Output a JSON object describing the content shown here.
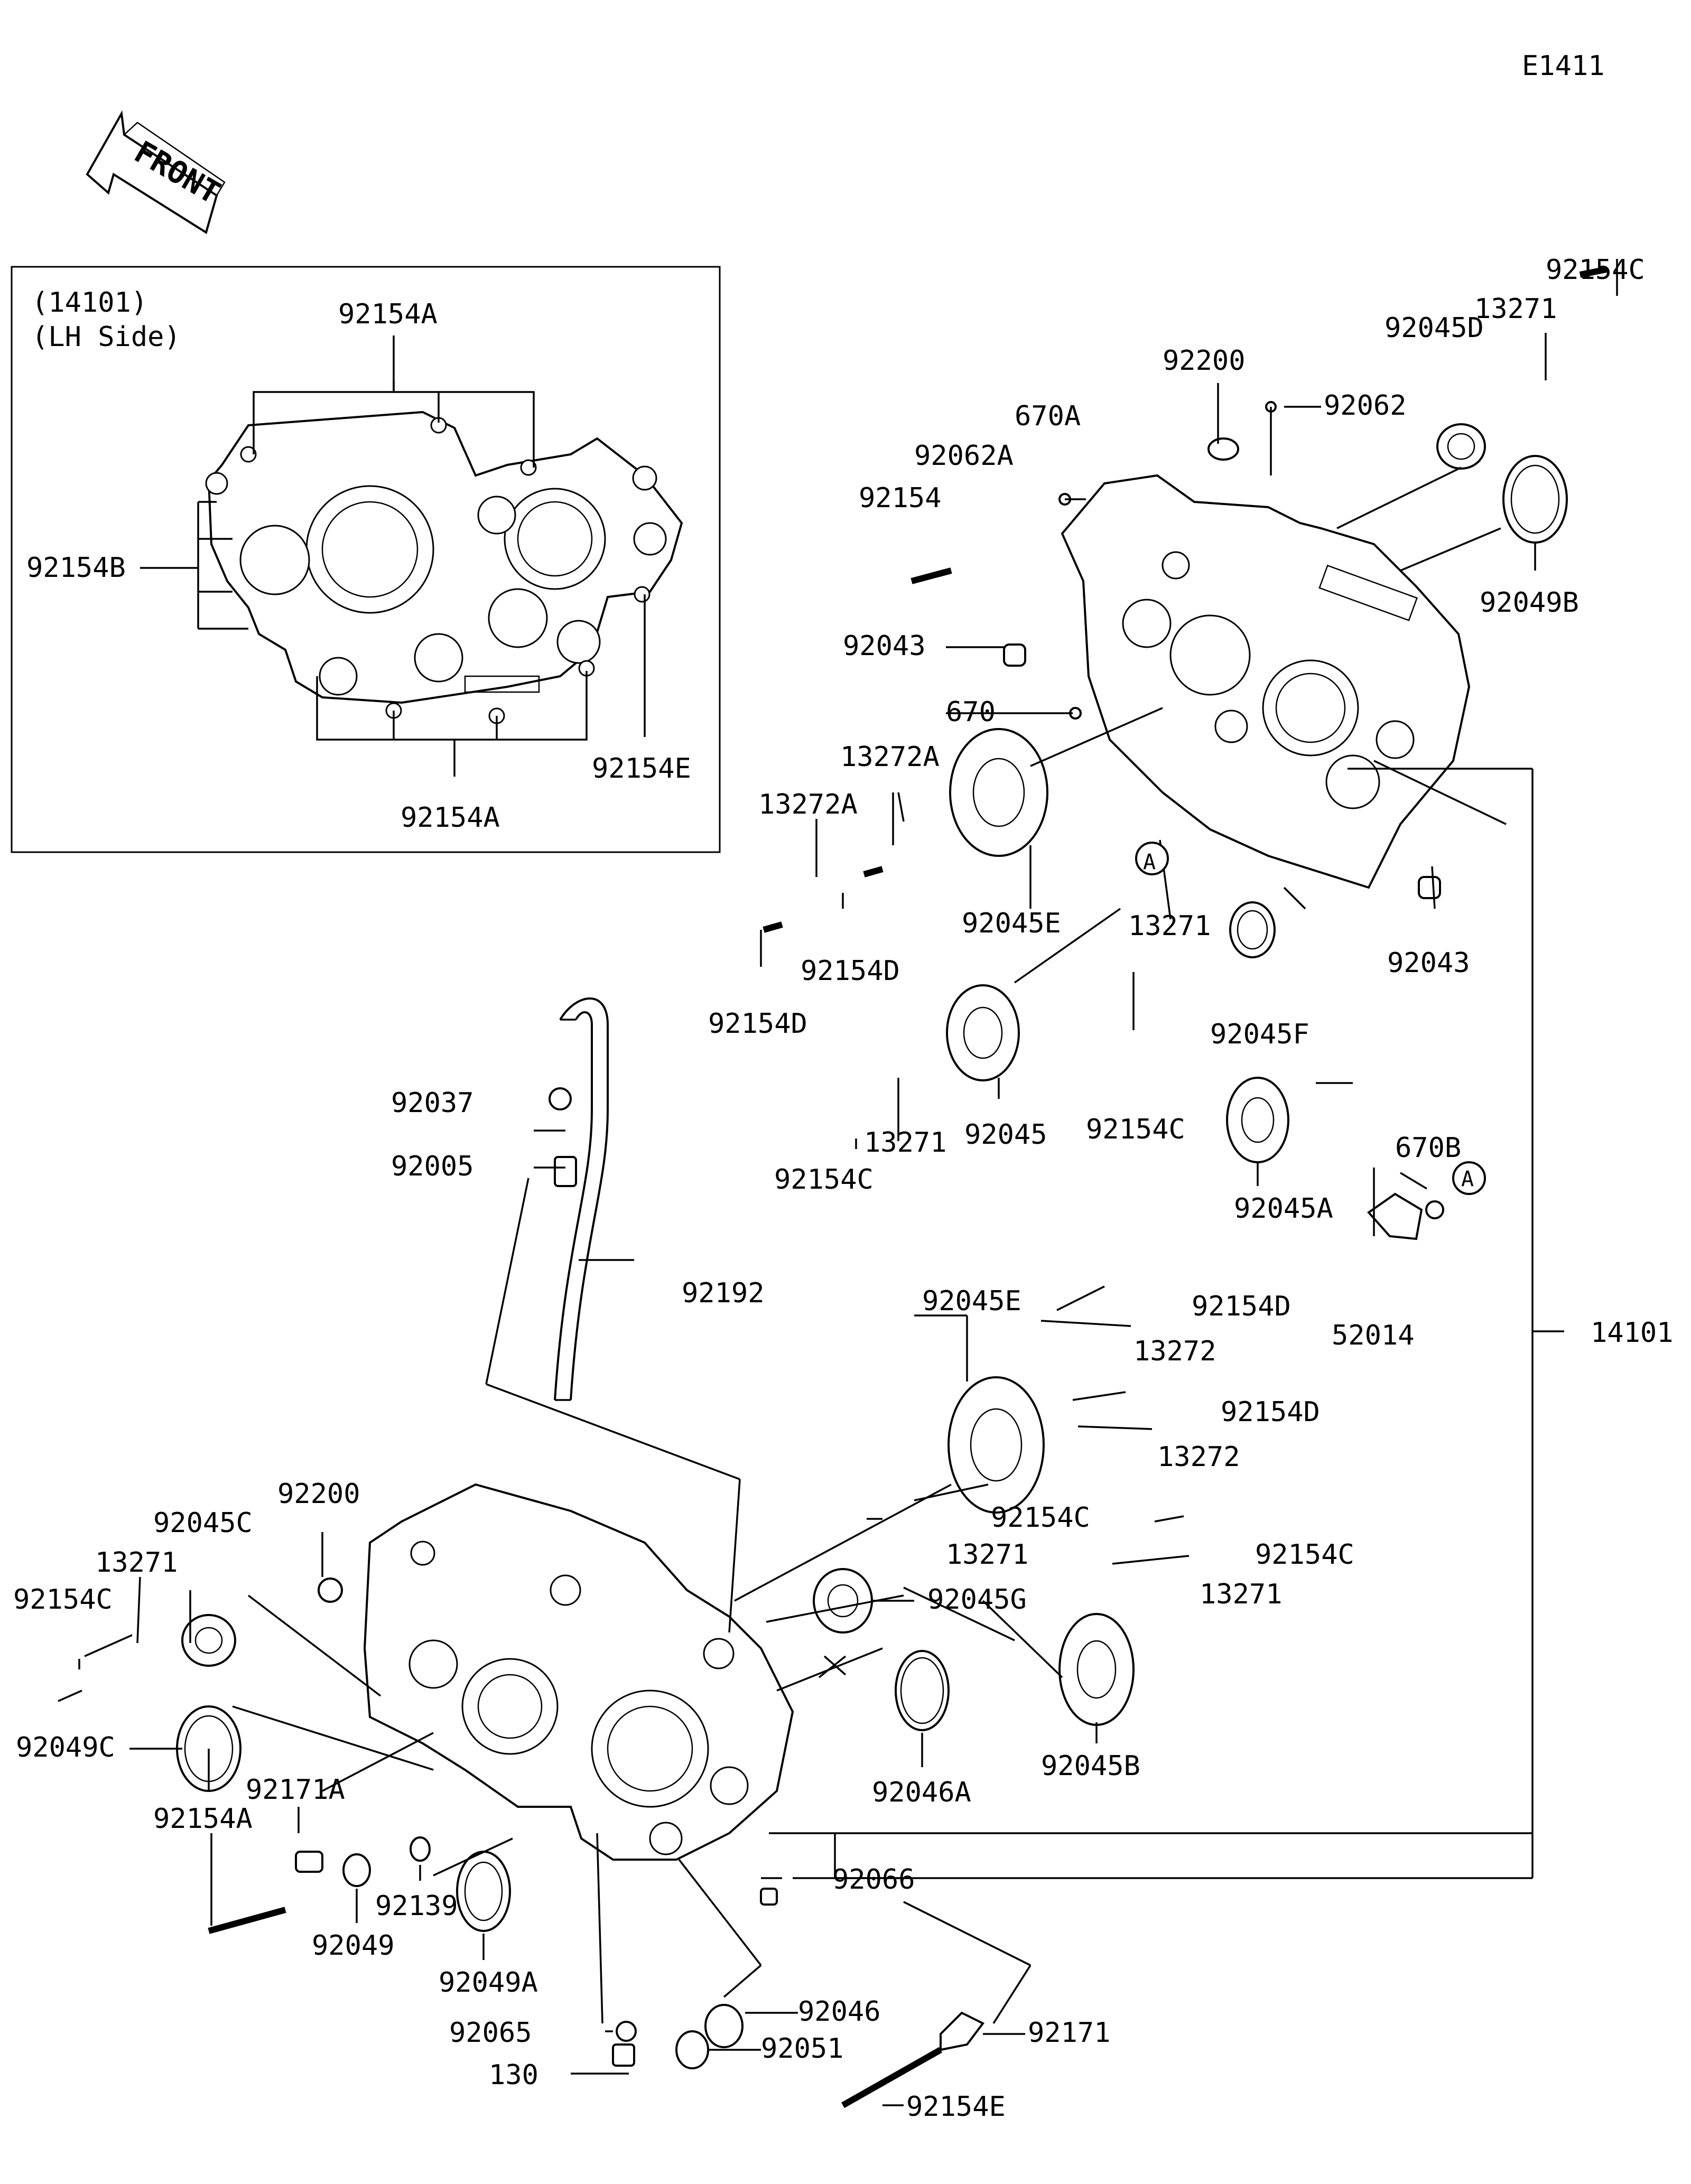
{
  "diagram_code": "E1411",
  "front_label": "FRONT",
  "inset": {
    "title_line1": "(14101)",
    "title_line2": "(LH Side)",
    "labels": [
      "92154A",
      "92154B",
      "92154E",
      "92154A"
    ]
  },
  "callouts": [
    "92154C",
    "13271",
    "92045D",
    "92200",
    "92062",
    "670A",
    "92062A",
    "92154",
    "92049B",
    "92043",
    "670",
    "13272A",
    "13272A",
    "92045E",
    "92154D",
    "92154D",
    "A",
    "13271",
    "92043",
    "92045F",
    "92045",
    "92154C",
    "13271",
    "92154C",
    "92045A",
    "670B",
    "A",
    "52014",
    "92037",
    "92005",
    "92192",
    "92045E",
    "92154D",
    "13272",
    "92154D",
    "13272",
    "14101",
    "92154C",
    "13271",
    "92154C",
    "13271",
    "92045C",
    "92200",
    "13271",
    "92154C",
    "92045G",
    "92049C",
    "92171A",
    "92045B",
    "92046A",
    "92154A",
    "92139",
    "92049",
    "92049A",
    "92066",
    "92046",
    "92065",
    "92051",
    "92171",
    "130",
    "92154E"
  ]
}
